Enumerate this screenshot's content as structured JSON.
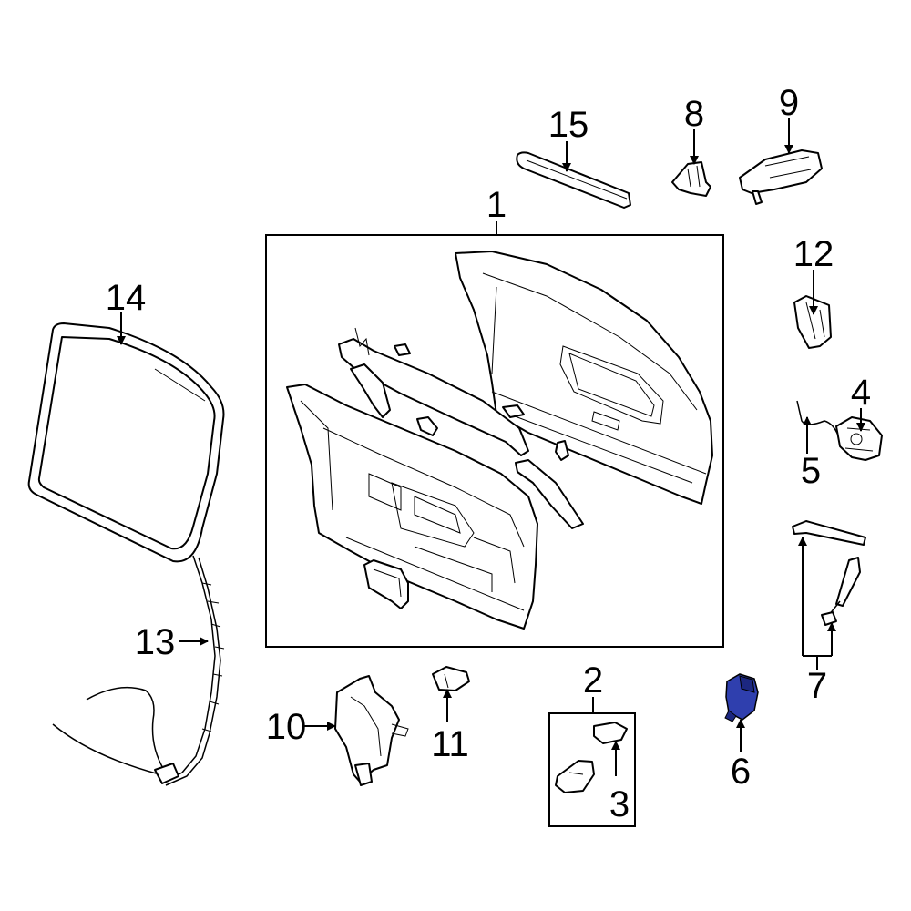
{
  "callouts": {
    "c1": "1",
    "c2": "2",
    "c3": "3",
    "c4": "4",
    "c5": "5",
    "c6": "6",
    "c7": "7",
    "c8": "8",
    "c9": "9",
    "c10": "10",
    "c11": "11",
    "c12": "12",
    "c13": "13",
    "c14": "14",
    "c15": "15"
  },
  "highlight_color": "#2f3fae",
  "highlighted_part": "6"
}
